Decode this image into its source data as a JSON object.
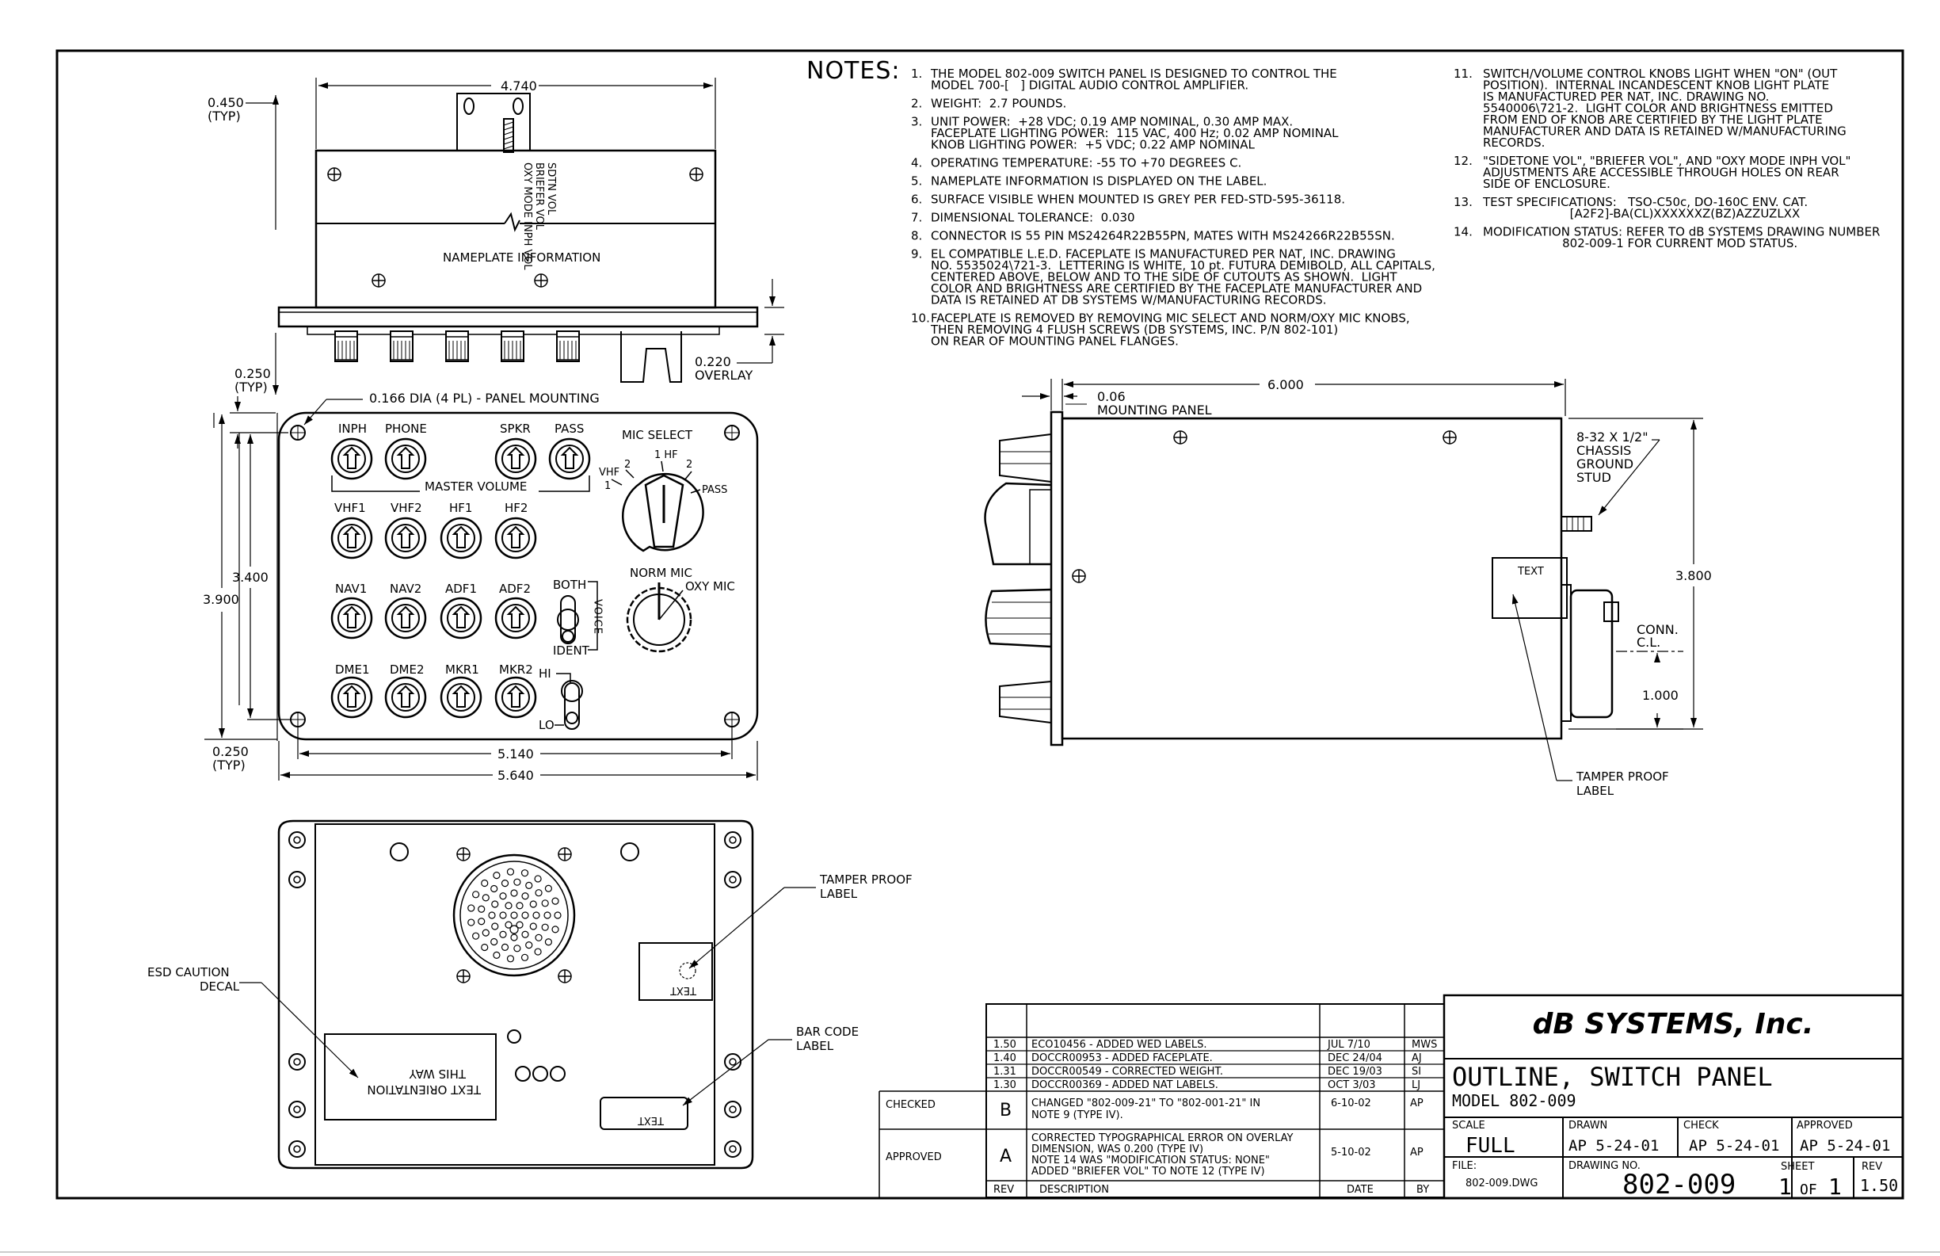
{
  "dimensions": {
    "d_0450": "0.450",
    "typ": "(TYP)",
    "d_4740": "4.740",
    "d_0220": "0.220",
    "overlay": "OVERLAY",
    "d_0250_top": "0.250",
    "d_0166": "0.166 DIA (4 PL) - PANEL MOUNTING",
    "d_3400": "3.400",
    "d_3900": "3.900",
    "d_0250_bot": "0.250",
    "d_5140": "5.140",
    "d_5640": "5.640",
    "d_6000": "6.000",
    "d_006": "0.06",
    "mounting_panel": "MOUNTING PANEL",
    "d_3800": "3.800",
    "d_1000": "1.000",
    "conn_cl": [
      "CONN.",
      "C.L."
    ],
    "stud": [
      "8-32 X 1/2\"",
      "CHASSIS",
      "GROUND",
      "STUD"
    ]
  },
  "top_view": {
    "nameplate": "NAMEPLATE INFORMATION",
    "vertical_labels": [
      "SDTN VOL",
      "BRIEFER VOL",
      "OXY MODE INPH VOL"
    ]
  },
  "front_panel": {
    "row1": [
      "INPH",
      "PHONE",
      "SPKR",
      "PASS"
    ],
    "master_volume": "MASTER VOLUME",
    "row2": [
      "VHF1",
      "VHF2",
      "HF1",
      "HF2"
    ],
    "row3": [
      "NAV1",
      "NAV2",
      "ADF1",
      "ADF2"
    ],
    "row4": [
      "DME1",
      "DME2",
      "MKR1",
      "MKR2"
    ],
    "mic_select": "MIC SELECT",
    "mic_positions": [
      "VHF",
      "2",
      "1",
      "1 HF",
      "2",
      "PASS"
    ],
    "both": "BOTH",
    "voice": "VOICE",
    "ident": "IDENT",
    "norm_mic": "NORM MIC",
    "oxy_mic": "OXY MIC",
    "hi": "HI",
    "lo": "LO"
  },
  "side_view": {
    "text_box": "TEXT",
    "tamper": [
      "TAMPER PROOF",
      "LABEL"
    ]
  },
  "rear_view": {
    "tamper": [
      "TAMPER PROOF",
      "LABEL"
    ],
    "esd": [
      "ESD CAUTION",
      "DECAL"
    ],
    "barcode": [
      "BAR CODE",
      "LABEL"
    ],
    "text_label": "TEXT",
    "orientation": [
      "TEXT ORIENTATION",
      "THIS WAY"
    ],
    "barcode_text": "TEXT"
  },
  "notes": {
    "heading": "NOTES:",
    "left": [
      [
        "1.",
        "THE MODEL 802-009 SWITCH PANEL IS DESIGNED TO CONTROL THE",
        "MODEL 700-[   ] DIGITAL AUDIO CONTROL AMPLIFIER."
      ],
      [
        "2.",
        "WEIGHT:  2.7 POUNDS."
      ],
      [
        "3.",
        "UNIT POWER:  +28 VDC; 0.19 AMP NOMINAL, 0.30 AMP MAX.",
        "FACEPLATE LIGHTING POWER:  115 VAC, 400 Hz; 0.02 AMP NOMINAL",
        "KNOB LIGHTING POWER:  +5 VDC; 0.22 AMP NOMINAL"
      ],
      [
        "4.",
        "OPERATING TEMPERATURE: -55 TO +70 DEGREES C."
      ],
      [
        "5.",
        "NAMEPLATE INFORMATION IS DISPLAYED ON THE LABEL."
      ],
      [
        "6.",
        "SURFACE VISIBLE WHEN MOUNTED IS GREY PER FED-STD-595-36118."
      ],
      [
        "7.",
        "DIMENSIONAL TOLERANCE:  0.030"
      ],
      [
        "8.",
        "CONNECTOR IS 55 PIN MS24264R22B55PN, MATES WITH MS24266R22B55SN."
      ],
      [
        "9.",
        "EL COMPATIBLE L.E.D. FACEPLATE IS MANUFACTURED PER NAT, INC. DRAWING",
        "NO. 5535024\\721-3.  LETTERING IS WHITE, 10 pt. FUTURA DEMIBOLD, ALL CAPITALS,",
        "CENTERED ABOVE, BELOW AND TO THE SIDE OF CUTOUTS AS SHOWN.  LIGHT",
        "COLOR AND BRIGHTNESS ARE CERTIFIED BY THE FACEPLATE MANUFACTURER AND",
        "DATA IS RETAINED AT DB SYSTEMS W/MANUFACTURING RECORDS."
      ],
      [
        "10.",
        "FACEPLATE IS REMOVED BY REMOVING MIC SELECT AND NORM/OXY MIC KNOBS,",
        "THEN REMOVING 4 FLUSH SCREWS (DB SYSTEMS, INC. P/N 802-101)",
        "ON REAR OF MOUNTING PANEL FLANGES."
      ]
    ],
    "right": [
      [
        "11.",
        "SWITCH/VOLUME CONTROL KNOBS LIGHT WHEN \"ON\" (OUT",
        "POSITION).  INTERNAL INCANDESCENT KNOB LIGHT PLATE",
        "IS MANUFACTURED PER NAT, INC. DRAWING NO.",
        "5540006\\721-2.  LIGHT COLOR AND BRIGHTNESS EMITTED",
        "FROM END OF KNOB ARE CERTIFIED BY THE LIGHT PLATE",
        "MANUFACTURER AND DATA IS RETAINED W/MANUFACTURING",
        "RECORDS."
      ],
      [
        "12.",
        "\"SIDETONE VOL\", \"BRIEFER VOL\", AND \"OXY MODE INPH VOL\"",
        "ADJUSTMENTS ARE ACCESSIBLE THROUGH HOLES ON REAR",
        "SIDE OF ENCLOSURE."
      ],
      [
        "13.",
        "TEST SPECIFICATIONS:   TSO-C50c, DO-160C ENV. CAT.",
        "                       [A2F2]-BA(CL)XXXXXXZ(BZ)AZZUZLXX"
      ],
      [
        "14.",
        "MODIFICATION STATUS: REFER TO dB SYSTEMS DRAWING NUMBER",
        "                     802-009-1 FOR CURRENT MOD STATUS."
      ]
    ]
  },
  "revisions": {
    "rows": [
      {
        "rev": "1.50",
        "desc": "ECO10456 - ADDED WED LABELS.",
        "date": "JUL 7/10",
        "by": "MWS"
      },
      {
        "rev": "1.40",
        "desc": "DOCCR00953 - ADDED FACEPLATE.",
        "date": "DEC 24/04",
        "by": "AJ"
      },
      {
        "rev": "1.31",
        "desc": "DOCCR00549 - CORRECTED WEIGHT.",
        "date": "DEC 19/03",
        "by": "SI"
      },
      {
        "rev": "1.30",
        "desc": "DOCCR00369 - ADDED NAT LABELS.",
        "date": "OCT 3/03",
        "by": "LJ"
      },
      {
        "rev": "B",
        "desc": [
          "CHANGED \"802-009-21\" TO \"802-001-21\" IN",
          "NOTE 9 (TYPE IV)."
        ],
        "date": "6-10-02",
        "by": "AP"
      },
      {
        "rev": "A",
        "desc": [
          "CORRECTED TYPOGRAPHICAL ERROR ON OVERLAY",
          "DIMENSION, WAS 0.200  (TYPE IV)",
          "NOTE 14 WAS \"MODIFICATION STATUS: NONE\"",
          "ADDED \"BRIEFER VOL\" TO NOTE 12  (TYPE IV)"
        ],
        "date": "5-10-02",
        "by": "AP"
      }
    ],
    "headers": {
      "rev": "REV",
      "desc": "DESCRIPTION",
      "date": "DATE",
      "by": "BY"
    },
    "checked": "CHECKED",
    "approved": "APPROVED"
  },
  "title_block": {
    "company": "dB SYSTEMS, Inc.",
    "title": "OUTLINE, SWITCH PANEL",
    "model": "MODEL 802-009",
    "scale_label": "SCALE",
    "scale": "FULL",
    "drawn_label": "DRAWN",
    "drawn": "AP 5-24-01",
    "check_label": "CHECK",
    "check": "AP 5-24-01",
    "approved_label": "APPROVED",
    "approved": "AP 5-24-01",
    "file_label": "FILE:",
    "file": "802-009.DWG",
    "drawing_no_label": "DRAWING NO.",
    "drawing_no": "802-009",
    "sheet_label": "SHEET",
    "sheet_num": "1",
    "sheet_of": "OF",
    "sheet_total": "1",
    "rev_label": "REV",
    "rev": "1.50"
  }
}
